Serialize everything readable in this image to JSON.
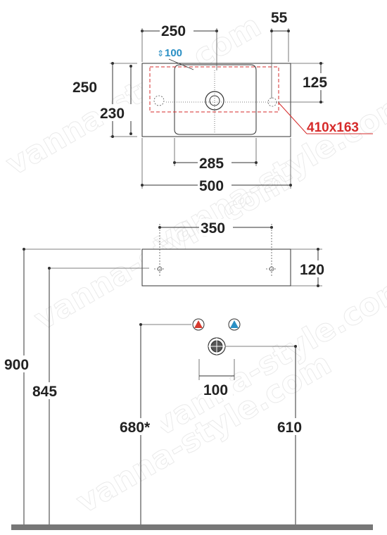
{
  "watermark": "vanna-style.com",
  "colors": {
    "line": "#333333",
    "hot": "#d63a2e",
    "cold": "#2a8fc4",
    "highlight_red": "#d62b2b",
    "floor": "#777777"
  },
  "icons": {
    "hot_water": "red-triangle-icon",
    "cold_water": "blue-triangle-icon",
    "drain": "drain-icon"
  },
  "top_view": {
    "width_basin": "250",
    "offset_right": "55",
    "depth_label": "100",
    "depth_outer": "250",
    "depth_inner": "230",
    "tap_offset": "125",
    "bowl_width": "285",
    "total_width": "500",
    "cutout": "410x163"
  },
  "front_view": {
    "fixing_distance": "350",
    "thickness": "120",
    "height_total": "900",
    "height_top": "845",
    "height_supply": "680*",
    "height_drain": "610",
    "supply_spacing": "100"
  }
}
